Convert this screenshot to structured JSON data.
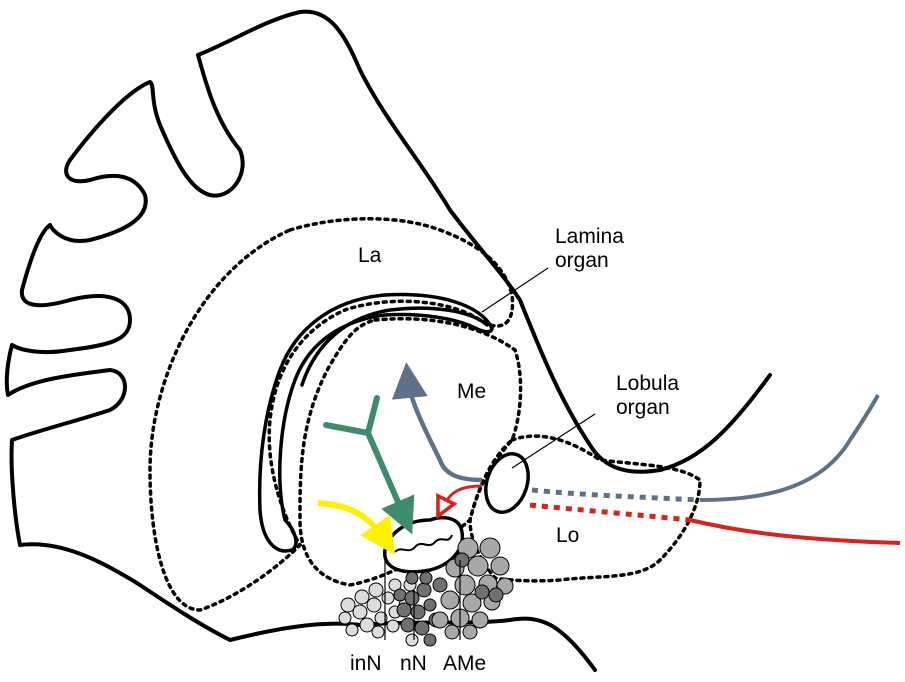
{
  "labels": {
    "la": "La",
    "me": "Me",
    "lo": "Lo",
    "lamina_organ": "Lamina\norgan",
    "lobula_organ": "Lobula\norgan",
    "inn": "inN",
    "nn": "nN",
    "ame": "AMe"
  },
  "colors": {
    "outline": "#000000",
    "slate_pathway": "#5f7189",
    "red_pathway": "#d7231c",
    "green_pathway": "#3d8c6b",
    "yellow_pathway": "#fff200",
    "light_cells": "#dcdcdc",
    "mid_cells": "#a8a8a8",
    "dark_cells": "#707070"
  }
}
